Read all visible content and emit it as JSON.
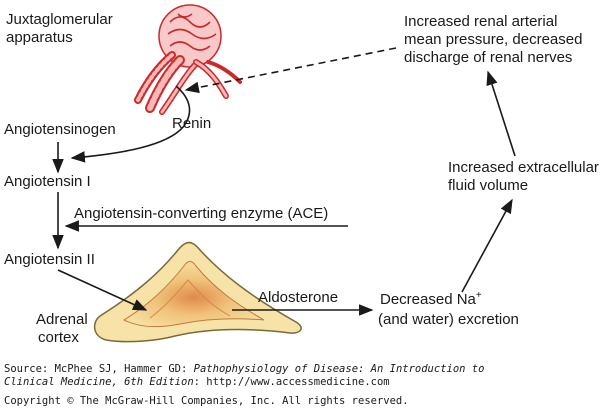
{
  "colors": {
    "text": "#1a1a1a",
    "gland_fill": "#f3d99a",
    "gland_stroke": "#7a6a3a",
    "gland_inner": "#e6a86a",
    "kidney_pink": "#f2a7a7",
    "kidney_red": "#cc2a2a"
  },
  "labels": {
    "jga_line1": "Juxtaglomerular",
    "jga_line2": "apparatus",
    "renin": "Renin",
    "angiotensinogen": "Angiotensinogen",
    "angiotensin1": "Angiotensin I",
    "ace": "Angiotensin-converting enzyme (ACE)",
    "angiotensin2": "Angiotensin II",
    "adrenal_line1": "Adrenal",
    "adrenal_line2": "cortex",
    "aldosterone": "Aldosterone",
    "na_line1": "Decreased Na",
    "na_sup": "+",
    "na_line2": "(and water) excretion",
    "ecf_line1": "Increased extracellular",
    "ecf_line2": "fluid volume",
    "pressure_line1": "Increased renal arterial",
    "pressure_line2": "mean pressure, decreased",
    "pressure_line3": "discharge of renal nerves"
  },
  "footer": {
    "source_prefix": "Source: McPhee SJ, Hammer GD: ",
    "source_title": "Pathophysiology of Disease: An Introduction to",
    "source_title2": "Clinical Medicine, 6th Edition",
    "source_url": ": http://www.accessmedicine.com",
    "copyright": "Copyright © The McGraw-Hill Companies, Inc. All rights reserved."
  }
}
